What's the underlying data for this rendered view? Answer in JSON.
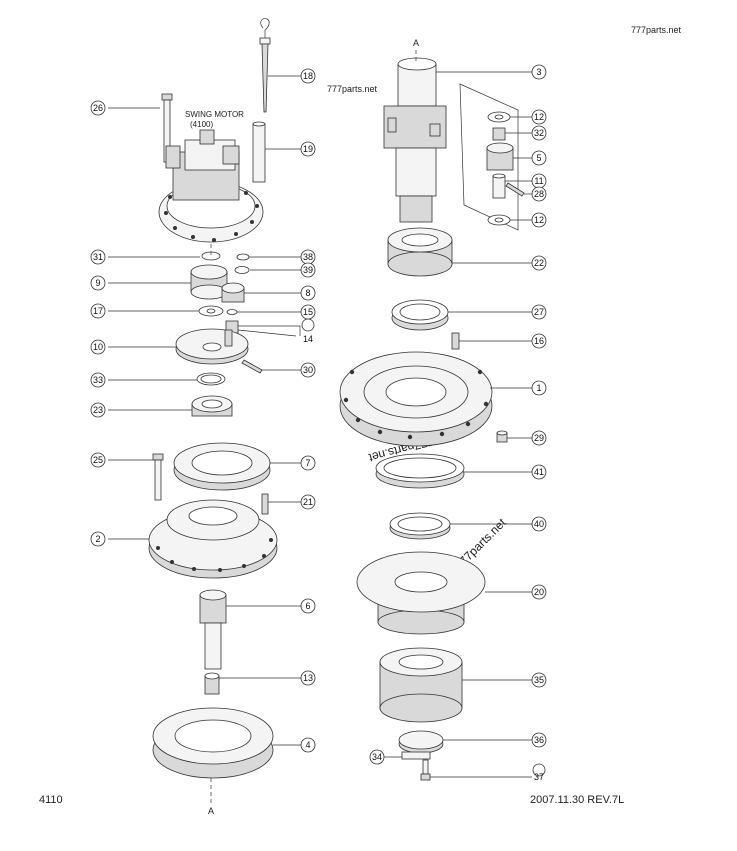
{
  "watermarks": {
    "top_right": "777parts.net",
    "shaft": "777parts.net",
    "housing": "777parts.net",
    "cover": "777parts.net"
  },
  "motor_label": {
    "line1": "SWING MOTOR",
    "line2": "(4100)"
  },
  "section_marks": {
    "top": "A",
    "bottom": "A"
  },
  "footer": {
    "page_code": "4110",
    "date_rev": "2007.11.30  REV.7L"
  },
  "callouts": [
    "26",
    "18",
    "19",
    "31",
    "38",
    "39",
    "9",
    "8",
    "17",
    "15",
    "14",
    "10",
    "30",
    "33",
    "23",
    "25",
    "7",
    "21",
    "2",
    "6",
    "13",
    "4",
    "3",
    "12",
    "32",
    "5",
    "11",
    "28",
    "12",
    "22",
    "27",
    "16",
    "1",
    "29",
    "41",
    "40",
    "20",
    "35",
    "36",
    "34",
    "37"
  ]
}
